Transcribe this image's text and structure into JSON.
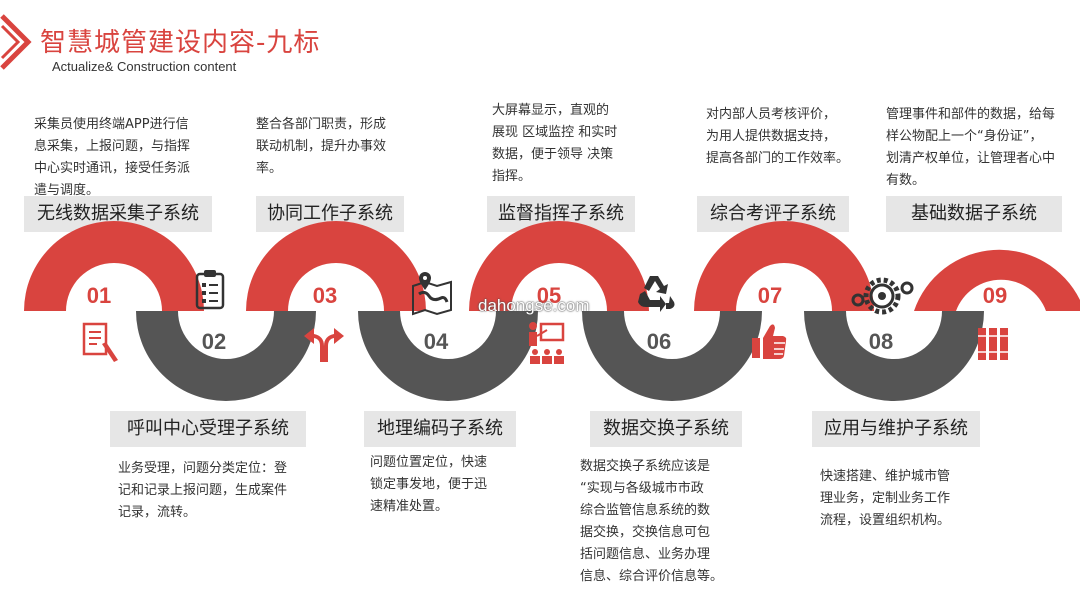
{
  "header": {
    "title": "智慧城管建设内容-九标",
    "subtitle": "Actualize& Construction content"
  },
  "watermark": "dahongse.com",
  "colors": {
    "red": "#d9443f",
    "gray": "#555555",
    "label_bg": "#e6e6e6"
  },
  "steps": [
    {
      "num": "01",
      "label": "无线数据采集子系统",
      "icon": "document-pen-icon",
      "desc": [
        "采集员使用终端APP进行信",
        "息采集，上报问题，与指挥",
        "中心实时通讯，接受任务派",
        "遣与调度。"
      ]
    },
    {
      "num": "02",
      "label": "呼叫中心受理子系统",
      "icon": "checklist-clipboard-icon",
      "desc": [
        "业务受理，问题分类定位：登",
        "记和记录上报问题，生成案件",
        "记录，流转。"
      ]
    },
    {
      "num": "03",
      "label": "协同工作子系统",
      "icon": "split-arrows-icon",
      "desc": [
        "整合各部门职责，形成",
        "联动机制，提升办事效",
        "率。"
      ]
    },
    {
      "num": "04",
      "label": "地理编码子系统",
      "icon": "map-pin-icon",
      "desc": [
        "问题位置定位，快速",
        "锁定事发地，便于迅",
        "速精准处置。"
      ]
    },
    {
      "num": "05",
      "label": "监督指挥子系统",
      "icon": "presentation-audience-icon",
      "desc": [
        "大屏幕显示，直观的",
        "展现 区域监控 和实时",
        "数据，便于领导 决策",
        "指挥。"
      ]
    },
    {
      "num": "06",
      "label": "数据交换子系统",
      "icon": "recycle-icon",
      "desc": [
        "数据交换子系统应该是",
        "“实现与各级城市市政",
        "综合监管信息系统的数",
        "据交换，交换信息可包",
        "括问题信息、业务办理",
        "信息、综合评价信息等。"
      ]
    },
    {
      "num": "07",
      "label": "综合考评子系统",
      "icon": "thumbs-up-icon",
      "desc": [
        "对内部人员考核评价，",
        "为用人提供数据支持，",
        "提高各部门的工作效率。"
      ]
    },
    {
      "num": "08",
      "label": "应用与维护子系统",
      "icon": "gears-icon",
      "desc": [
        "快速搭建、维护城市管",
        "理业务，定制业务工作",
        "流程，设置组织机构。"
      ]
    },
    {
      "num": "09",
      "label": "基础数据子系统",
      "icon": "binders-icon",
      "desc": [
        "管理事件和部件的数据，给每",
        "样公物配上一个“身份证”，",
        "划清产权单位，让管理者心中",
        "有数。"
      ]
    }
  ]
}
